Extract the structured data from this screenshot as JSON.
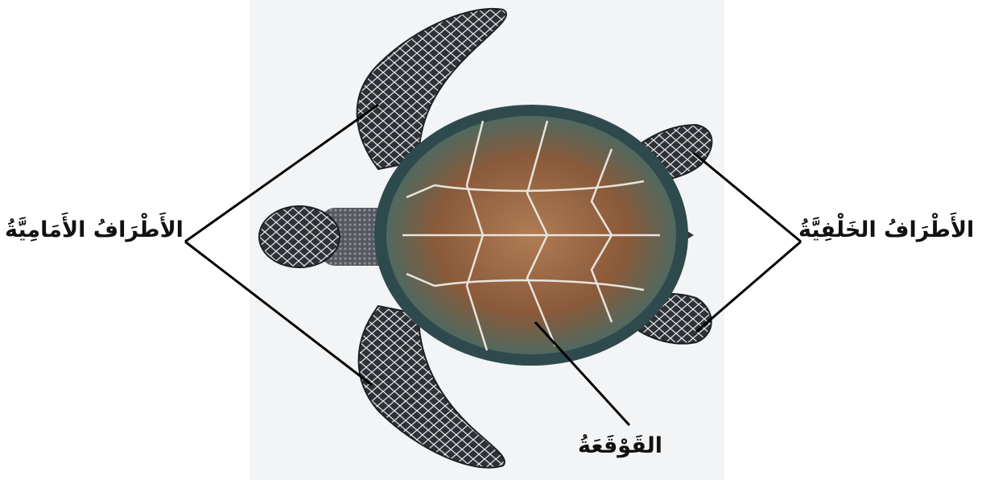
{
  "labels": {
    "front_limbs": "الأَطْرَافُ الأَمَامِيَّةُ",
    "hind_limbs": "الأَطْرَافُ الخَلْفِيَّةُ",
    "shell": "القَوْقَعَةُ"
  },
  "colors": {
    "background": "#ffffff",
    "photo_background": "#f2f4f6",
    "leader_line": "#000000",
    "label_text": "#111111",
    "shell_brown": "#8a5a3a",
    "shell_teal": "#3f6d6a",
    "skin_dark": "#2e3238",
    "scale_line": "#e8e8e8"
  }
}
